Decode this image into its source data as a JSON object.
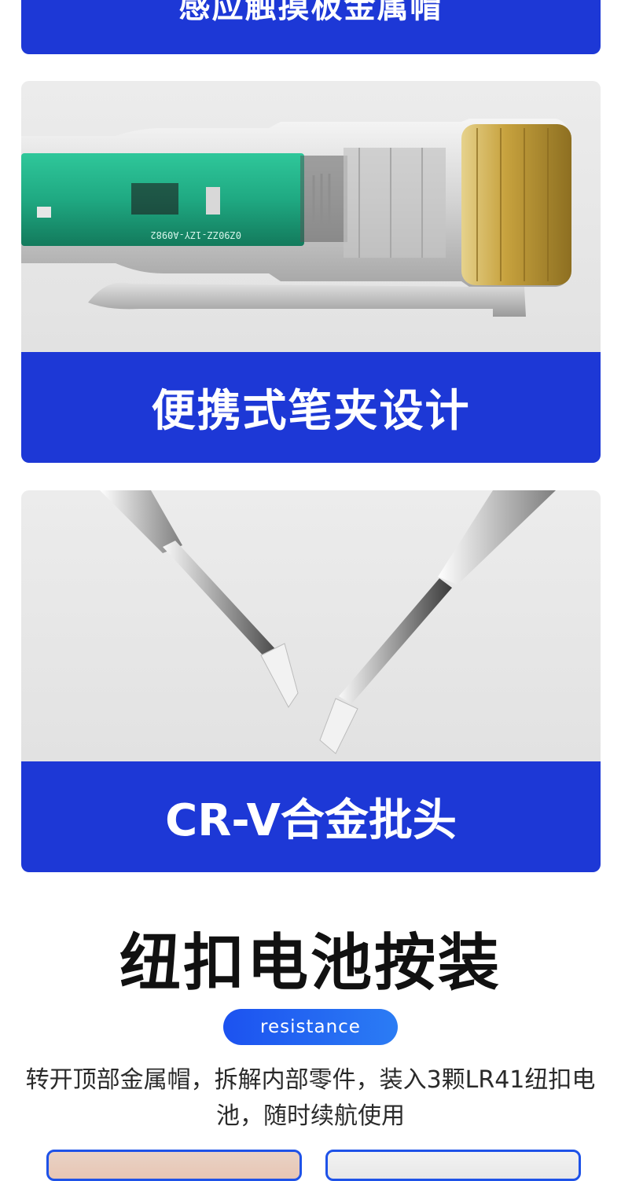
{
  "feature_top": {
    "label": "感应触摸板金属帽"
  },
  "feature_clip": {
    "label": "便携式笔夹设计",
    "pcb_code": "0Z90ZZ-1ZY-A0982"
  },
  "feature_bit": {
    "label": "CR-V合金批头"
  },
  "battery_section": {
    "title": "纽扣电池按装",
    "subtitle": "resistance",
    "description": "转开顶部金属帽，拆解内部零件，装入3颗LR41纽扣电池，随时续航使用"
  },
  "colors": {
    "banner_blue": "#1d38d6",
    "pill_blue": "#1c52f0",
    "pcb_green": "#1fa982",
    "cap_gold": "#c7a23e"
  }
}
